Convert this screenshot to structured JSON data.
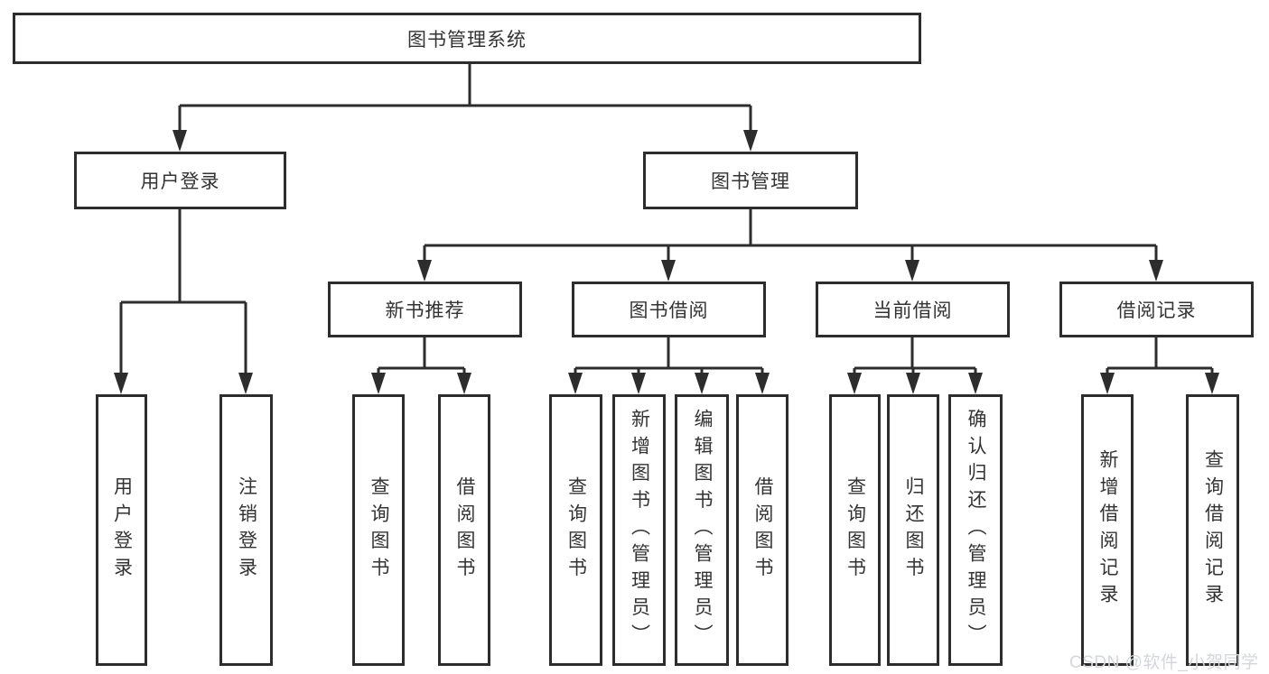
{
  "tree": {
    "label": "图书管理系统",
    "children": [
      {
        "label": "用户登录",
        "children": [
          {
            "label": "用户登录"
          },
          {
            "label": "注销登录"
          }
        ]
      },
      {
        "label": "图书管理",
        "children": [
          {
            "label": "新书推荐",
            "children": [
              {
                "label": "查询图书"
              },
              {
                "label": "借阅图书"
              }
            ]
          },
          {
            "label": "图书借阅",
            "children": [
              {
                "label": "查询图书"
              },
              {
                "label": "新增图书（管理员）"
              },
              {
                "label": "编辑图书（管理员）"
              },
              {
                "label": "借阅图书"
              }
            ]
          },
          {
            "label": "当前借阅",
            "children": [
              {
                "label": "查询图书"
              },
              {
                "label": "归还图书"
              },
              {
                "label": "确认归还（管理员）"
              }
            ]
          },
          {
            "label": "借阅记录",
            "children": [
              {
                "label": "新增借阅记录"
              },
              {
                "label": "查询借阅记录"
              }
            ]
          }
        ]
      }
    ]
  },
  "watermark": "CSDN @软件_小贺同学",
  "colors": {
    "line": "#2d2d2d",
    "text": "#333333",
    "background": "#ffffff",
    "watermark": "#d3d7dc"
  }
}
